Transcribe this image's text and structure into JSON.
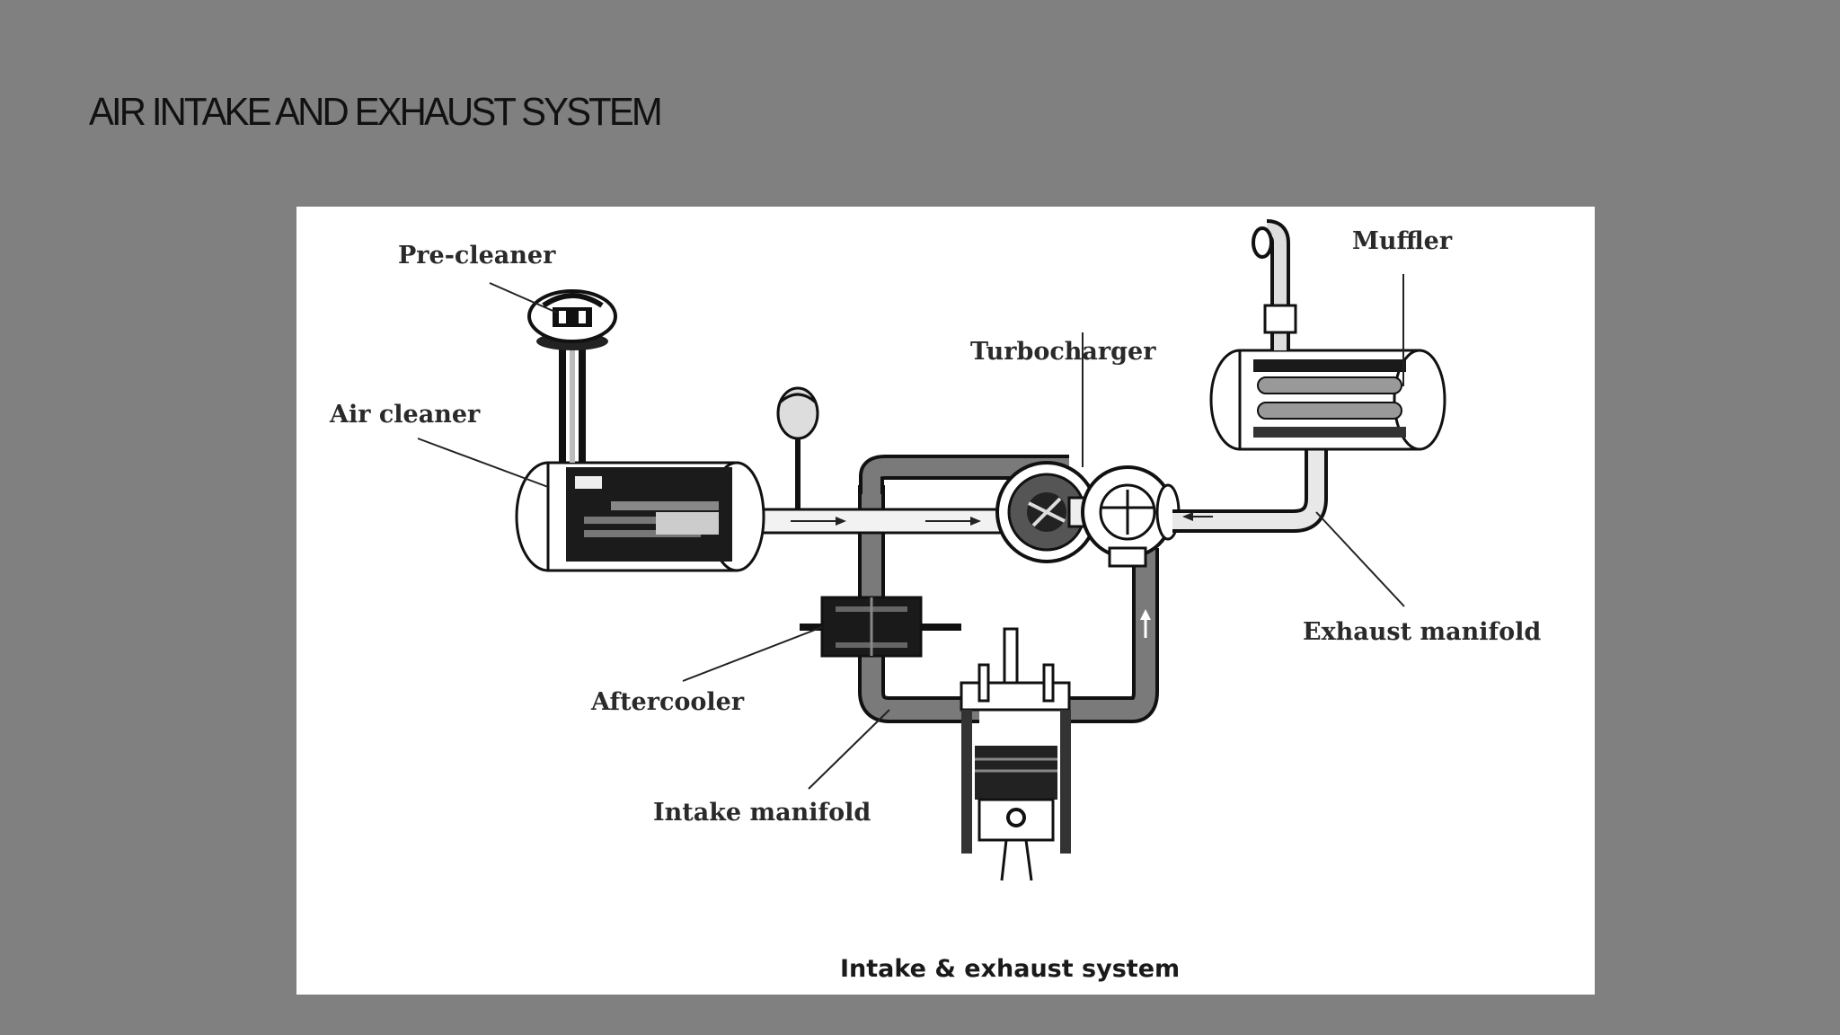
{
  "slide": {
    "title": "AIR INTAKE AND EXHAUST SYSTEM"
  },
  "diagram": {
    "labels": {
      "pre_cleaner": "Pre-cleaner",
      "air_cleaner": "Air cleaner",
      "turbocharger": "Turbocharger",
      "muffler": "Muffler",
      "exhaust_manifold": "Exhaust manifold",
      "aftercooler": "Aftercooler",
      "intake_manifold": "Intake manifold"
    },
    "caption": "Intake & exhaust system"
  }
}
